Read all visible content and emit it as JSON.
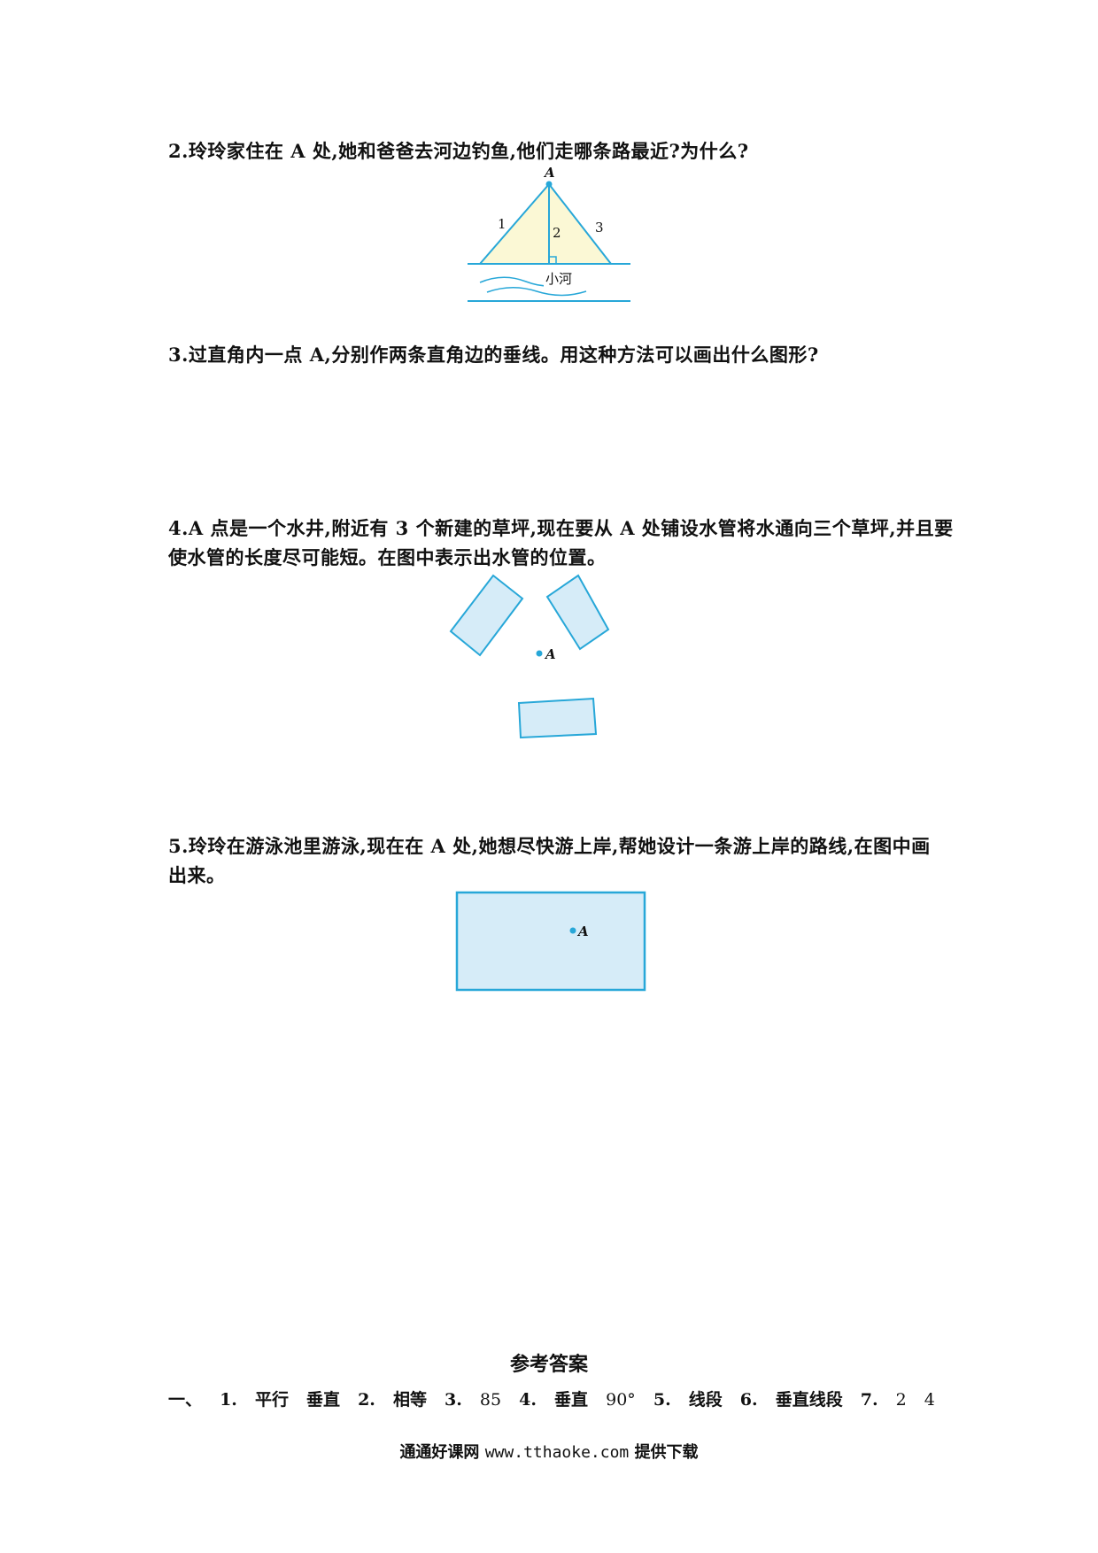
{
  "questions": [
    {
      "lines": [
        "2.玲玲家住在 A 处,她和爸爸去河边钓鱼,他们走哪条路最近?为什么?"
      ]
    },
    {
      "lines": [
        "3.过直角内一点 A,分别作两条直角边的垂线。用这种方法可以画出什么图形?"
      ]
    },
    {
      "lines": [
        "4.A 点是一个水井,附近有 3 个新建的草坪,现在要从 A 处铺设水管将水通向三个草坪,并且要",
        "使水管的长度尽可能短。在图中表示出水管的位置。"
      ]
    },
    {
      "lines": [
        "5.玲玲在游泳池里游泳,现在在 A 处,她想尽快游上岸,帮她设计一条游上岸的路线,在图中画",
        "出来。"
      ]
    }
  ],
  "figure_river": {
    "point_label": "A",
    "path_labels": [
      "1",
      "2",
      "3"
    ],
    "river_label": "小河"
  },
  "figure_lawns": {
    "point_label": "A"
  },
  "figure_pool": {
    "point_label": "A"
  },
  "answers": {
    "title": "参考答案",
    "items": [
      "一、",
      "1.",
      "平行",
      "垂直",
      "2.",
      "相等",
      "3.",
      "85",
      "4.",
      "垂直",
      "90°",
      "5.",
      "线段",
      "6.",
      "垂直线段",
      "7.",
      "2",
      "4"
    ]
  },
  "footer": {
    "site": "通通好课网",
    "url": "www.tthaoke.com",
    "suffix": "提供下载"
  },
  "colors": {
    "line": "#27a7d8",
    "fill_blue": "#d6ecf8",
    "fill_yellow": "#fbf8d5",
    "point": "#27a7d8"
  }
}
